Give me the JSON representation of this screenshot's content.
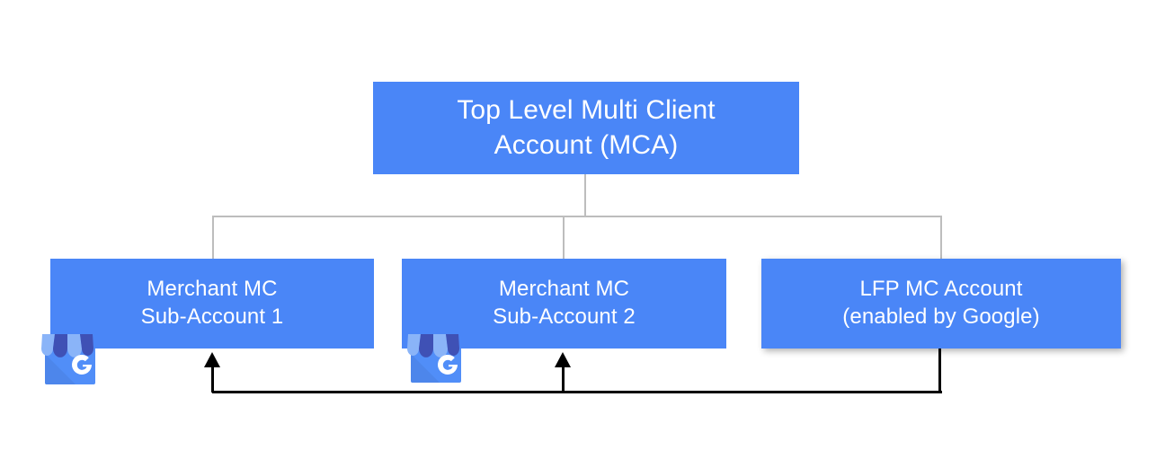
{
  "diagram": {
    "title": "Google Merchant Center account hierarchy",
    "colors": {
      "node_fill": "#4a86f7",
      "node_text": "#ffffff",
      "tree_connector": "#bdbdbd",
      "flow_arrow": "#000000",
      "background": "#ffffff"
    },
    "nodes": [
      {
        "id": "root",
        "line1": "Top Level Multi Client",
        "line2": "Account (MCA)"
      },
      {
        "id": "sub1",
        "line1": "Merchant MC",
        "line2": "Sub-Account 1",
        "icon": "google-my-business-storefront-icon"
      },
      {
        "id": "sub2",
        "line1": "Merchant MC",
        "line2": "Sub-Account 2",
        "icon": "google-my-business-storefront-icon"
      },
      {
        "id": "lfp",
        "line1": "LFP MC Account",
        "line2": "(enabled by Google)"
      }
    ],
    "connectors": {
      "tree": "root branches to sub1, sub2 and lfp",
      "feedback": "lfp feeds back with upward arrows into sub1 and sub2"
    }
  }
}
